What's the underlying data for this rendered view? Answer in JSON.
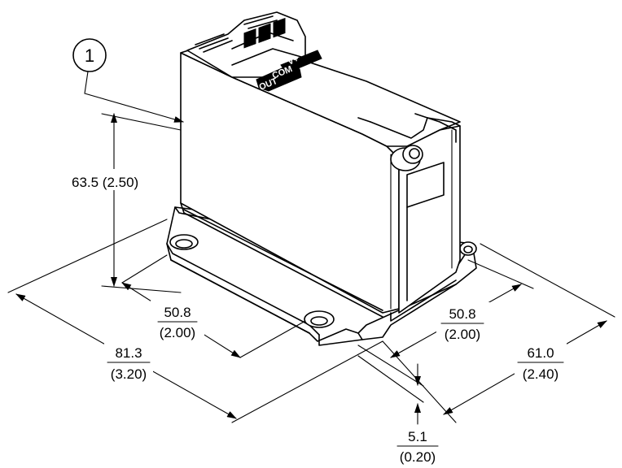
{
  "balloon": {
    "number": "1"
  },
  "terminals": {
    "vplus": "V+",
    "com": "COM",
    "out": "OUT"
  },
  "dimensions": {
    "height": "63.5 (2.50)",
    "hole_spacing_left_mm": "50.8",
    "hole_spacing_left_in": "(2.00)",
    "length_mm": "81.3",
    "length_in": "(3.20)",
    "hole_spacing_right_mm": "50.8",
    "hole_spacing_right_in": "(2.00)",
    "width_mm": "61.0",
    "width_in": "(2.40)",
    "flange_mm": "5.1",
    "flange_in": "(0.20)"
  }
}
